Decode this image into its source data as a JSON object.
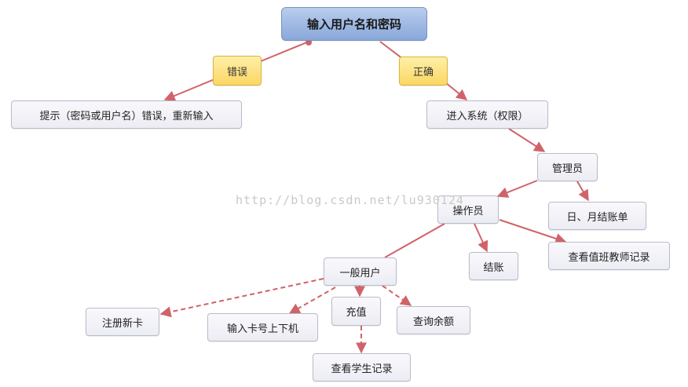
{
  "diagram": {
    "root": "输入用户名和密码",
    "branch_error": "错误",
    "branch_correct": "正确",
    "error_message": "提示（密码或用户名）错误，重新输入",
    "enter_system": "进入系统（权限）",
    "admin": "管理员",
    "daily_monthly_bill": "日、月结账单",
    "operator": "操作员",
    "checkout": "结账",
    "view_teacher_record": "查看值班教师记录",
    "general_user": "一般用户",
    "register_card": "注册新卡",
    "card_login_logout": "输入卡号上下机",
    "recharge": "充值",
    "query_balance": "查询余额",
    "view_student_record": "查看学生记录"
  },
  "watermark": "http://blog.csdn.net/lu930124",
  "colors": {
    "connector": "#d0636a",
    "root_fill": "#9db8e4",
    "label_fill": "#fce07f",
    "node_fill": "#f2f2f7",
    "node_border": "#b9bcc9"
  }
}
